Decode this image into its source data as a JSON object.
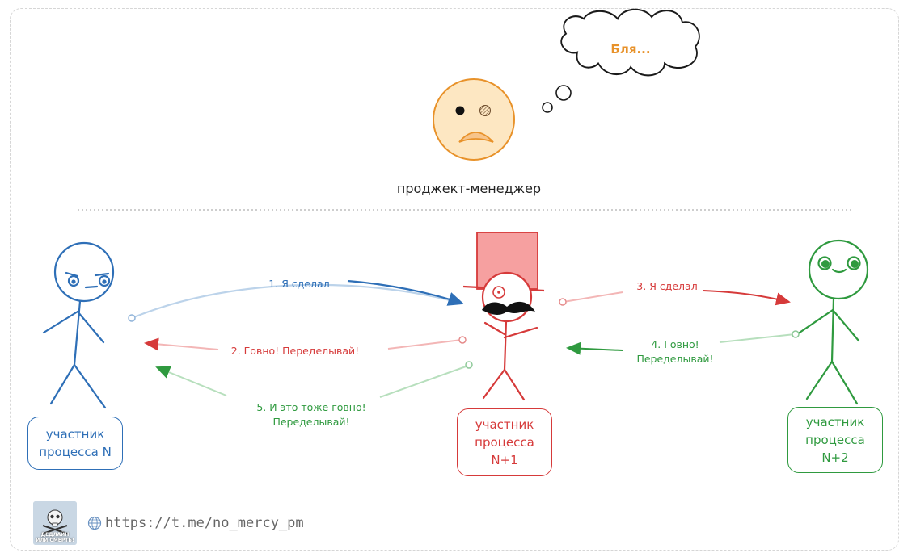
{
  "thought_bubble": {
    "text": "Бля..."
  },
  "project_manager": {
    "label": "проджект-менеджер"
  },
  "messages": {
    "m1": "1. Я сделал",
    "m2": "2. Говно! Переделывай!",
    "m3": "3. Я сделал",
    "m4_line1": "4. Говно!",
    "m4_line2": "Переделывай!",
    "m5_line1": "5. И это тоже говно!",
    "m5_line2": "Переделывай!"
  },
  "participants": {
    "n": {
      "line1": "участник",
      "line2": "процесса N",
      "color": "#2e6fb7"
    },
    "n1": {
      "line1": "участник",
      "line2": "процесса",
      "line3": "N+1",
      "color": "#d63a3a"
    },
    "n2": {
      "line1": "участник",
      "line2": "процесса",
      "line3": "N+2",
      "color": "#2f9a3f"
    }
  },
  "footer": {
    "logo_text_line1": "ДЕДЛАЙН",
    "logo_text_line2": "ИЛИ СМЕРТЬ!",
    "link": "https://t.me/no_mercy_pm",
    "icon": "globe-icon"
  },
  "colors": {
    "blue": "#2e6fb7",
    "red": "#d63a3a",
    "green": "#2f9a3f",
    "orange": "#e8922a"
  }
}
